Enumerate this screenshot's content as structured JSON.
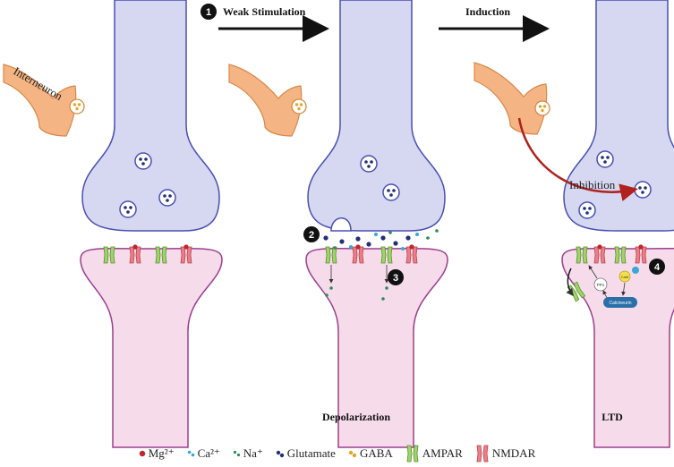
{
  "steps": {
    "step1_number": "1",
    "step1_label": "Weak Stimulation",
    "induction_label": "Induction",
    "step2_number": "2",
    "step3_number": "3",
    "step4_number": "4"
  },
  "labels": {
    "interneuron": "Interneuron",
    "depolarization": "Depolarization",
    "ltd": "LTD",
    "inhibition": "Inhibition",
    "pp1": "PP1",
    "calm": "CaM",
    "calcineurin": "Calcineurin"
  },
  "legend": [
    {
      "label": "Mg²⁺",
      "icon": "mg-icon"
    },
    {
      "label": "Ca²⁺",
      "icon": "ca-icon"
    },
    {
      "label": "Na⁺",
      "icon": "na-icon"
    },
    {
      "label": "Glutamate",
      "icon": "glutamate-icon"
    },
    {
      "label": "GABA",
      "icon": "gaba-icon"
    },
    {
      "label": "AMPAR",
      "icon": "ampar-icon"
    },
    {
      "label": "NMDAR",
      "icon": "nmdar-icon"
    }
  ],
  "colors": {
    "presynaptic_fill": "#d6d8f2",
    "presynaptic_stroke": "#4a4fb0",
    "postsynaptic_fill": "#f6dcea",
    "postsynaptic_stroke": "#9a3e8e",
    "interneuron_fill": "#f5b483",
    "ampar": "#9fd36b",
    "nmdar": "#ef7d85",
    "mg": "#c0262a",
    "ca": "#3aa7d6",
    "na": "#2e8b57",
    "glutamate": "#22307a",
    "gaba": "#e3a72a",
    "inhibition_arrow": "#b0221d",
    "calcineurin": "#2a6fa8"
  }
}
